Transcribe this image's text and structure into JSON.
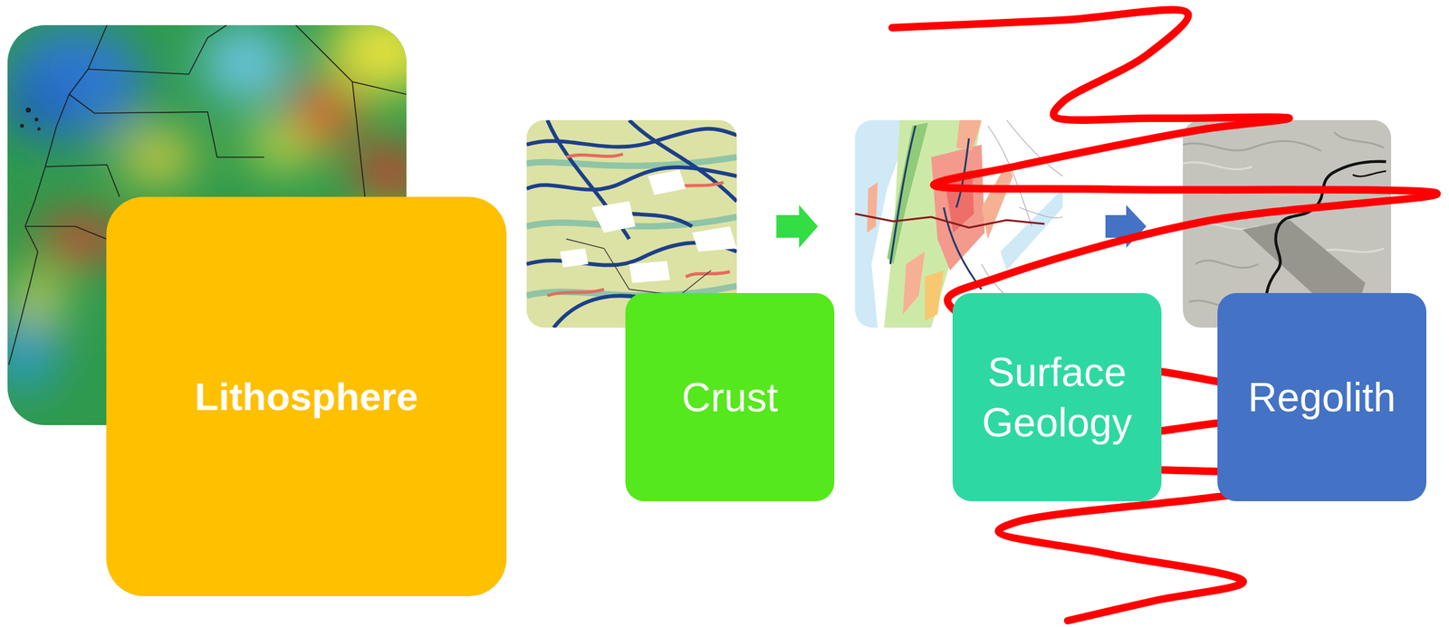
{
  "diagram": {
    "nodes": [
      {
        "text": [
          "Lithosphere"
        ]
      },
      {
        "text": [
          "Crust"
        ]
      },
      {
        "text": [
          "Surface Geology"
        ]
      },
      {
        "text": [
          "Regolith"
        ]
      }
    ]
  }
}
